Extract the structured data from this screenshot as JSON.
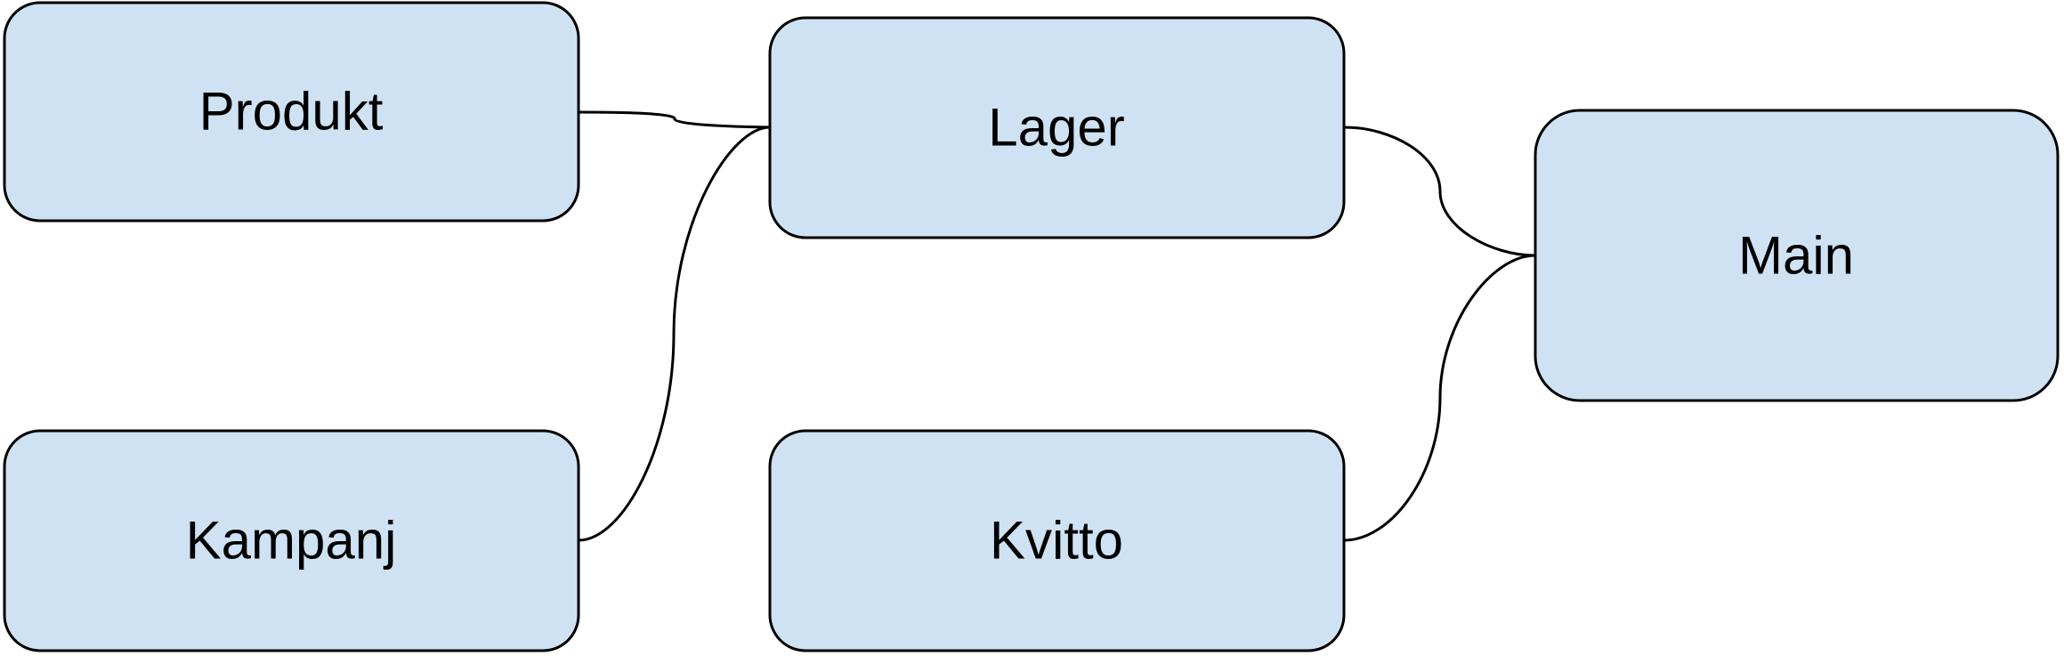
{
  "colors": {
    "node_fill": "#cfe2f3",
    "node_stroke": "#000000",
    "edge_stroke": "#000000",
    "text": "#000000",
    "background": "#ffffff"
  },
  "nodes": {
    "produkt": {
      "label": "Produkt"
    },
    "lager": {
      "label": "Lager"
    },
    "main": {
      "label": "Main"
    },
    "kampanj": {
      "label": "Kampanj"
    },
    "kvitto": {
      "label": "Kvitto"
    }
  },
  "edges": [
    {
      "from": "produkt",
      "to": "lager"
    },
    {
      "from": "kampanj",
      "to": "lager"
    },
    {
      "from": "lager",
      "to": "main"
    },
    {
      "from": "kvitto",
      "to": "main"
    }
  ]
}
